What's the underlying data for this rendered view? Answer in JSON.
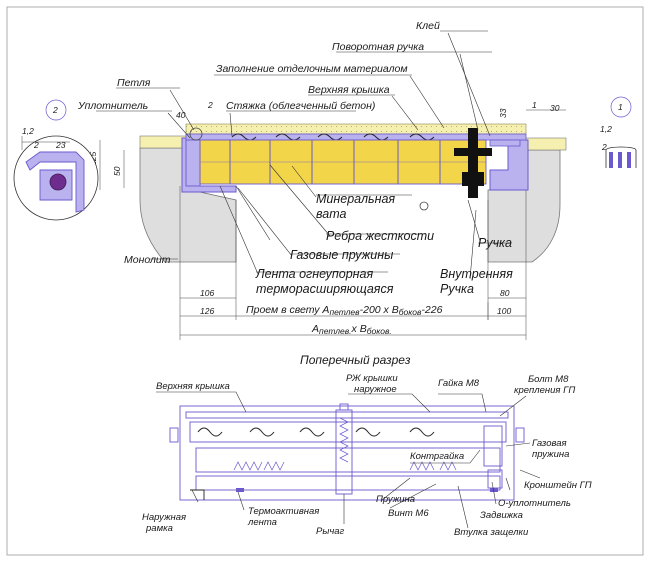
{
  "colors": {
    "insulation": "#f3d54a",
    "concrete": "#f6f0b0",
    "steel": "#6a5acd",
    "steel_light": "#b9b2ee",
    "handle": "#111111",
    "monolith": "#d9d9d9",
    "outline": "#333333"
  },
  "top_section": {
    "labels": {
      "glue": "Клей",
      "rotary_handle": "Поворотная ручка",
      "finish_fill": "Заполнение отделочным материалом",
      "top_cover": "Верхняя крышка",
      "hinge": "Петля",
      "seal": "Уплотнитель",
      "screed": "Стяжка (облегченный бетон)",
      "mineral_wool_1": "Минеральная",
      "mineral_wool_2": "вата",
      "ribs": "Ребра жесткости",
      "gas_springs": "Газовые пружины",
      "handle": "Ручка",
      "monolith": "Монолит",
      "fire_tape_1": "Лента огнеупорная",
      "fire_tape_2": "терморасширяющаяся",
      "inner_handle_1": "Внутренняя",
      "inner_handle_2": "Ручка"
    },
    "dims": {
      "d40": "40",
      "d2a": "2",
      "d1": "1",
      "d30": "30",
      "d33": "33",
      "d125": "125",
      "d50": "50",
      "d106": "106",
      "d80": "80",
      "d126": "126",
      "d100": "100",
      "opening_a": "Проем в свету A",
      "opening_a_sub": "петлев",
      "opening_mid": "-200 x B",
      "opening_b_sub": "боков",
      "opening_end": "-226",
      "total_a": "A",
      "total_a_sub": "петлев.",
      "total_x": "x B",
      "total_b_sub": "боков."
    },
    "callouts": {
      "left_num": "2",
      "right_num": "1",
      "left_dims": [
        "1,2",
        "2",
        "23"
      ],
      "right_dims": [
        "1,2",
        "2"
      ]
    }
  },
  "cross_section": {
    "title": "Поперечный разрез",
    "labels": {
      "top_cover": "Верхняя крышка",
      "rzh_1": "РЖ крышки",
      "rzh_2": "наружное",
      "nut": "Гайка М8",
      "bolt_1": "Болт М8",
      "bolt_2": "крепления ГП",
      "lock_nut": "Контргайка",
      "gas_spring_1": "Газовая",
      "gas_spring_2": "пружина",
      "bracket": "Кронштейн ГП",
      "o_seal": "О-уплотнитель",
      "latch": "Задвижка",
      "latch_sleeve": "Втулка защелки",
      "spring": "Пружина",
      "screw": "Винт М6",
      "lever": "Рычаг",
      "thermo_tape_1": "Термоактивная",
      "thermo_tape_2": "лента",
      "outer_frame_1": "Наружная",
      "outer_frame_2": "рамка"
    }
  }
}
